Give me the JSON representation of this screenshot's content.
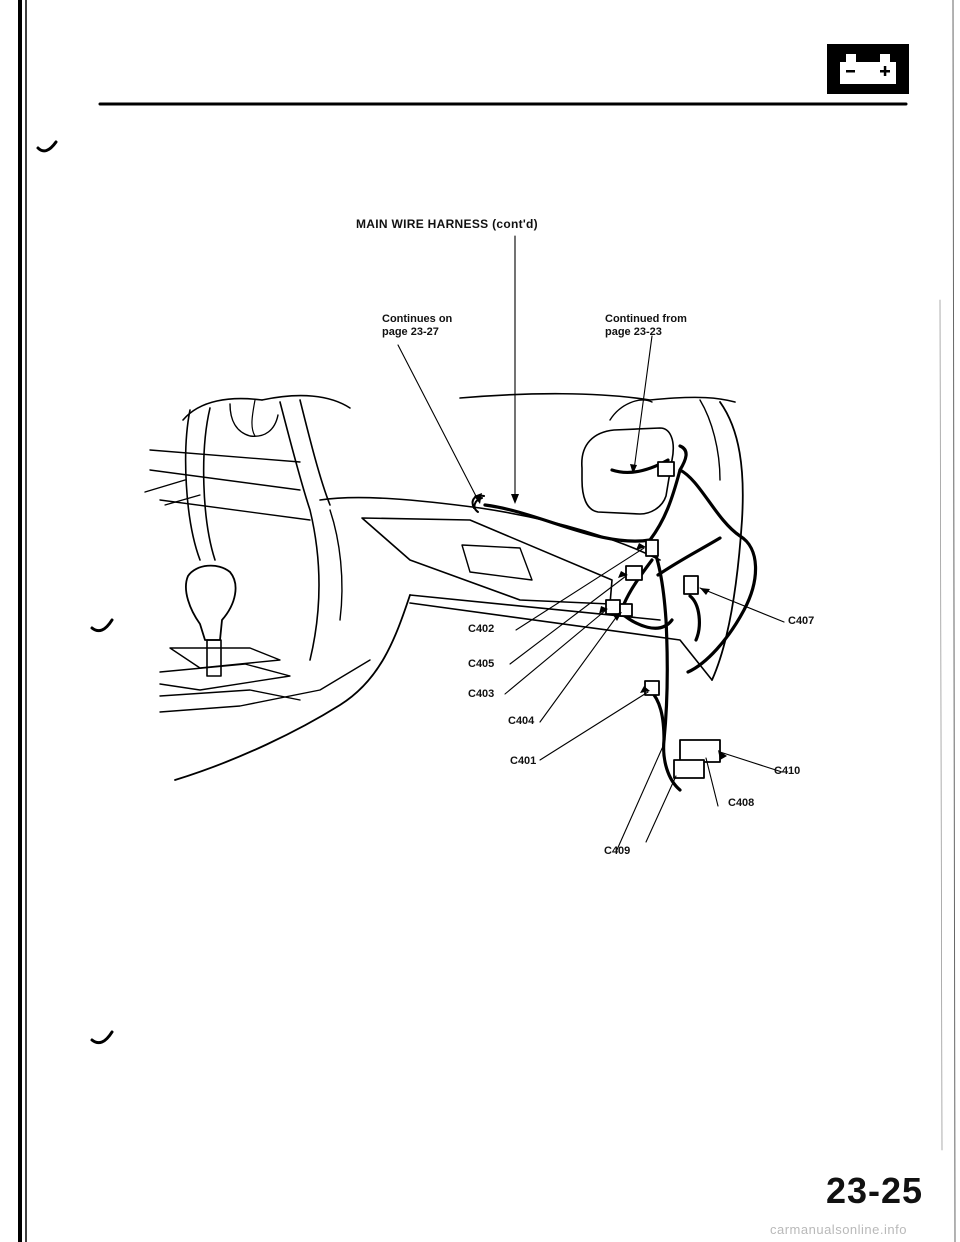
{
  "diagram": {
    "title": "MAIN WIRE HARNESS (cont'd)",
    "note_left_line1": "Continues on",
    "note_left_line2": "page 23-27",
    "note_right_line1": "Continued from",
    "note_right_line2": "page 23-23",
    "connectors": {
      "c402": "C402",
      "c405": "C405",
      "c403": "C403",
      "c404": "C404",
      "c401": "C401",
      "c407": "C407",
      "c410": "C410",
      "c408": "C408",
      "c409": "C409"
    }
  },
  "page": {
    "number": "23-25",
    "footer": "carmanualsonline.info"
  },
  "icons": {
    "header": "battery-icon"
  }
}
